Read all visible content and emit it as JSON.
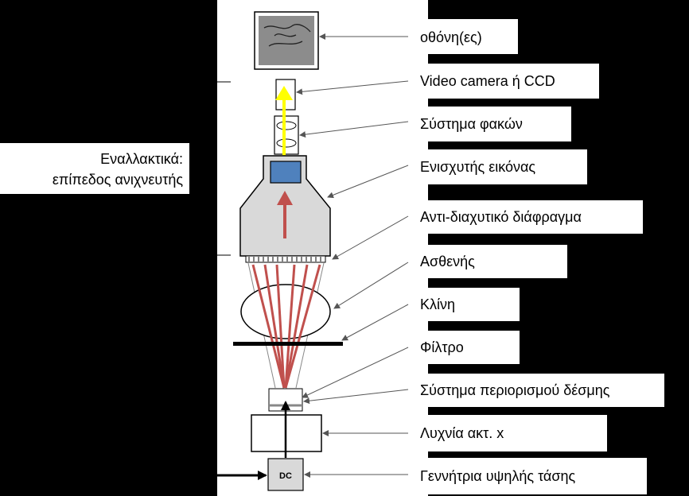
{
  "labels": {
    "monitor": "οθόνη(ες)",
    "camera": "Video camera ή CCD",
    "lenses": "Σύστημα φακών",
    "intensifier": "Ενισχυτής εικόνας",
    "grid": "Αντι-διαχυτικό διάφραγμα",
    "patient": "Ασθενής",
    "bed": "Κλίνη",
    "filter": "Φίλτρο",
    "collimator": "Σύστημα περιορισμού δέσμης",
    "tube": "Λυχνία ακτ. x",
    "generator": "Γεννήτρια υψηλής τάσης"
  },
  "side_note": {
    "line1": "Εναλλακτικά:",
    "line2": "επίπεδος ανιχνευτής"
  },
  "generator_box": "DC",
  "colors": {
    "beam": "#c0504d",
    "light": "#ffff00",
    "intensifier_screen": "#4f81bd",
    "component_fill": "#d9d9d9"
  }
}
